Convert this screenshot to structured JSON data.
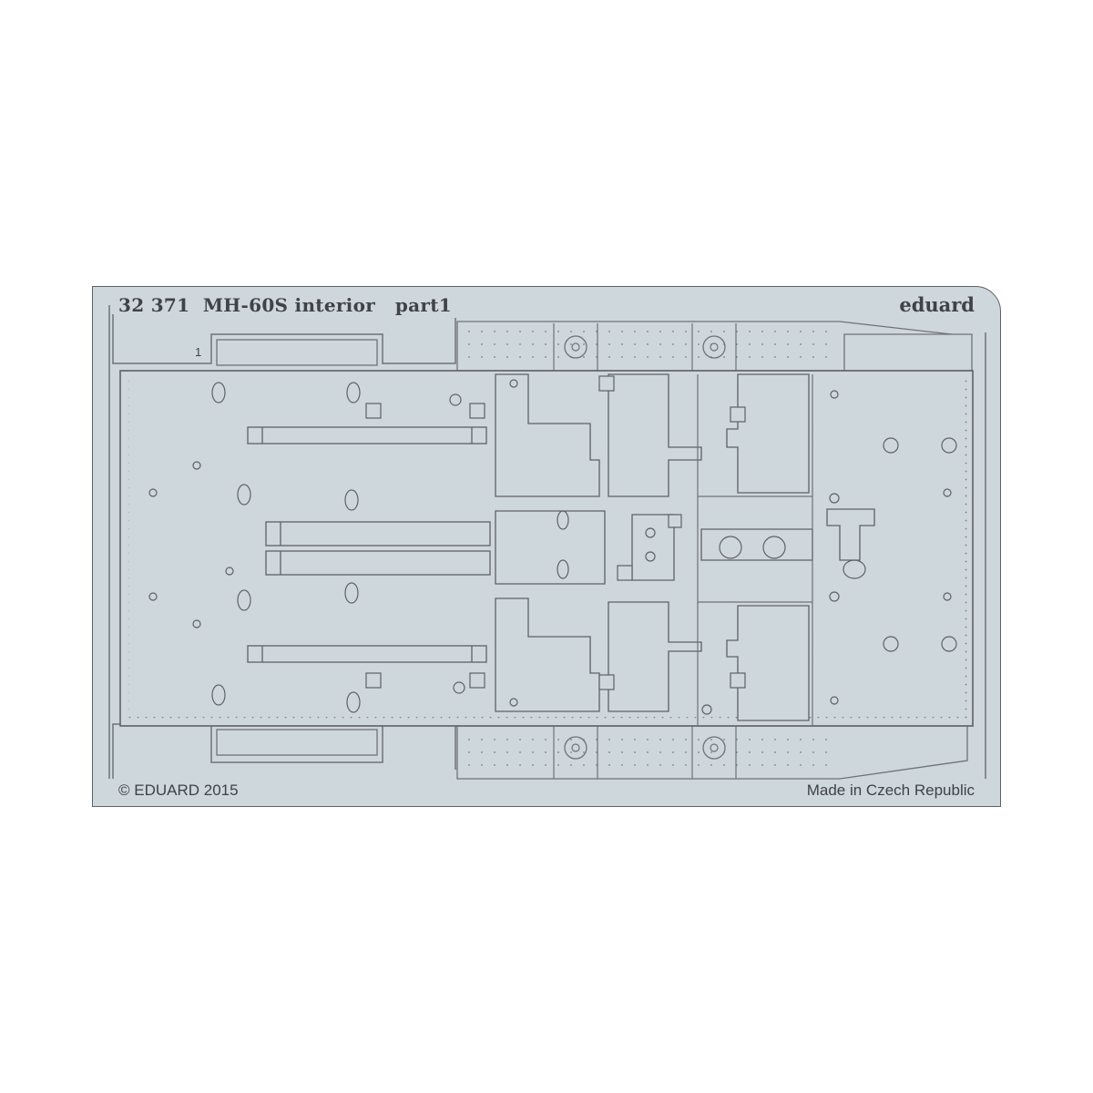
{
  "fret": {
    "title": "32 371  MH-60S interior   part1",
    "brand": "eduard",
    "part_number": "1",
    "copyright": "© EDUARD 2015",
    "made_in": "Made in Czech Republic"
  },
  "colors": {
    "metal": "#ced7dc",
    "line": "#5e6266",
    "text": "#3f4347"
  }
}
